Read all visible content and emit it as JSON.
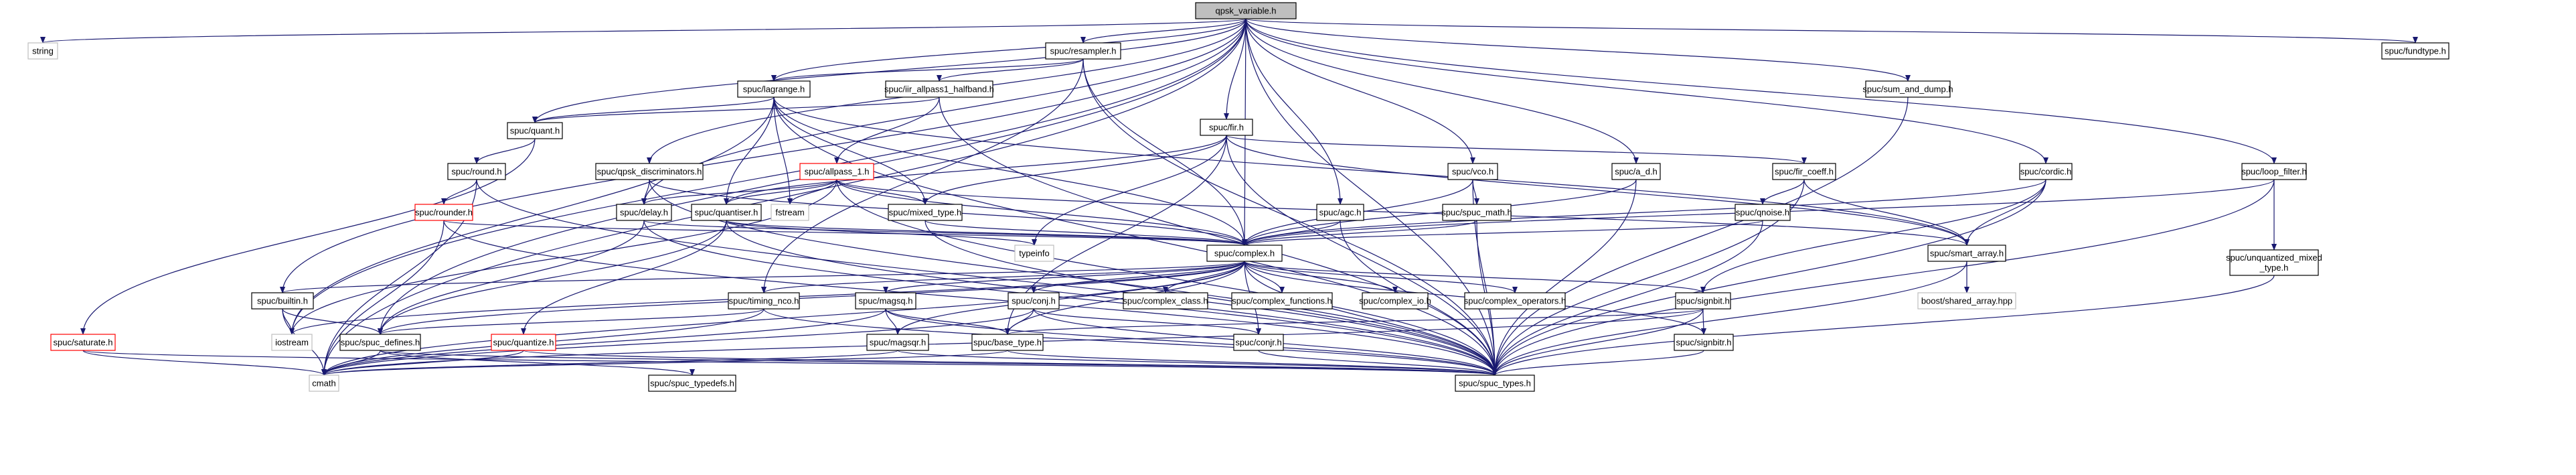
{
  "graph": {
    "colors": {
      "edge": "#191970",
      "box": "#000000",
      "red_box": "#ff0000",
      "grey_box": "#bfbfbf",
      "root_fill": "#bfbfbf"
    },
    "nodes": [
      {
        "id": "qpsk_variable",
        "label": "qpsk_variable.h",
        "style": "root"
      },
      {
        "id": "string",
        "label": "string",
        "style": "grey"
      },
      {
        "id": "resampler",
        "label": "spuc/resampler.h",
        "style": "black"
      },
      {
        "id": "fundtype",
        "label": "spuc/fundtype.h",
        "style": "black"
      },
      {
        "id": "lagrange",
        "label": "spuc/lagrange.h",
        "style": "black"
      },
      {
        "id": "iir_allpass1_halfband",
        "label": "spuc/iir_allpass1_halfband.h",
        "style": "black"
      },
      {
        "id": "sum_and_dump",
        "label": "spuc/sum_and_dump.h",
        "style": "black"
      },
      {
        "id": "quant",
        "label": "spuc/quant.h",
        "style": "black"
      },
      {
        "id": "fir",
        "label": "spuc/fir.h",
        "style": "black"
      },
      {
        "id": "round",
        "label": "spuc/round.h",
        "style": "black"
      },
      {
        "id": "qpsk_discriminators",
        "label": "spuc/qpsk_discriminators.h",
        "style": "black"
      },
      {
        "id": "allpass_1",
        "label": "spuc/allpass_1.h",
        "style": "red"
      },
      {
        "id": "vco",
        "label": "spuc/vco.h",
        "style": "black"
      },
      {
        "id": "fir_coeff",
        "label": "spuc/fir_coeff.h",
        "style": "black"
      },
      {
        "id": "cordic",
        "label": "spuc/cordic.h",
        "style": "black"
      },
      {
        "id": "loop_filter",
        "label": "spuc/loop_filter.h",
        "style": "black"
      },
      {
        "id": "rounder",
        "label": "spuc/rounder.h",
        "style": "red"
      },
      {
        "id": "delay",
        "label": "spuc/delay.h",
        "style": "black"
      },
      {
        "id": "fstream",
        "label": "fstream",
        "style": "grey"
      },
      {
        "id": "quantiser",
        "label": "spuc/quantiser.h",
        "style": "black"
      },
      {
        "id": "mixed_type",
        "label": "spuc/mixed_type.h",
        "style": "black"
      },
      {
        "id": "agc",
        "label": "spuc/agc.h",
        "style": "black"
      },
      {
        "id": "spuc_math",
        "label": "spuc/spuc_math.h",
        "style": "black"
      },
      {
        "id": "qnoise",
        "label": "spuc/qnoise.h",
        "style": "black"
      },
      {
        "id": "a_d",
        "label": "spuc/a_d.h",
        "style": "black"
      },
      {
        "id": "typeinfo",
        "label": "typeinfo",
        "style": "grey"
      },
      {
        "id": "complex",
        "label": "spuc/complex.h",
        "style": "black"
      },
      {
        "id": "smart_array",
        "label": "spuc/smart_array.h",
        "style": "black"
      },
      {
        "id": "unquantized_mixed_type",
        "label": "spuc/unquantized_mixed\n_type.h",
        "style": "black"
      },
      {
        "id": "builtin",
        "label": "spuc/builtin.h",
        "style": "black"
      },
      {
        "id": "timing_nco",
        "label": "spuc/timing_nco.h",
        "style": "black"
      },
      {
        "id": "magsq",
        "label": "spuc/magsq.h",
        "style": "black"
      },
      {
        "id": "conj",
        "label": "spuc/conj.h",
        "style": "black"
      },
      {
        "id": "complex_class",
        "label": "spuc/complex_class.h",
        "style": "black"
      },
      {
        "id": "complex_functions",
        "label": "spuc/complex_functions.h",
        "style": "black"
      },
      {
        "id": "complex_io",
        "label": "spuc/complex_io.h",
        "style": "black"
      },
      {
        "id": "complex_operators",
        "label": "spuc/complex_operators.h",
        "style": "black"
      },
      {
        "id": "signbit",
        "label": "spuc/signbit.h",
        "style": "black"
      },
      {
        "id": "shared_array",
        "label": "boost/shared_array.hpp",
        "style": "grey"
      },
      {
        "id": "saturate",
        "label": "spuc/saturate.h",
        "style": "red"
      },
      {
        "id": "iostream",
        "label": "iostream",
        "style": "grey"
      },
      {
        "id": "spuc_defines",
        "label": "spuc/spuc_defines.h",
        "style": "black"
      },
      {
        "id": "quantize",
        "label": "spuc/quantize.h",
        "style": "red"
      },
      {
        "id": "magsqr",
        "label": "spuc/magsqr.h",
        "style": "black"
      },
      {
        "id": "base_type",
        "label": "spuc/base_type.h",
        "style": "black"
      },
      {
        "id": "conjr",
        "label": "spuc/conjr.h",
        "style": "black"
      },
      {
        "id": "signbitr",
        "label": "spuc/signbitr.h",
        "style": "black"
      },
      {
        "id": "cmath",
        "label": "cmath",
        "style": "grey"
      },
      {
        "id": "spuc_typedefs",
        "label": "spuc/spuc_typedefs.h",
        "style": "black"
      },
      {
        "id": "spuc_types",
        "label": "spuc/spuc_types.h",
        "style": "black"
      }
    ],
    "edges": [
      [
        "qpsk_variable",
        "string"
      ],
      [
        "qpsk_variable",
        "iostream"
      ],
      [
        "qpsk_variable",
        "cmath"
      ],
      [
        "qpsk_variable",
        "resampler"
      ],
      [
        "qpsk_variable",
        "fundtype"
      ],
      [
        "qpsk_variable",
        "lagrange"
      ],
      [
        "qpsk_variable",
        "sum_and_dump"
      ],
      [
        "qpsk_variable",
        "quant"
      ],
      [
        "qpsk_variable",
        "fir"
      ],
      [
        "qpsk_variable",
        "qpsk_discriminators"
      ],
      [
        "qpsk_variable",
        "vco"
      ],
      [
        "qpsk_variable",
        "cordic"
      ],
      [
        "qpsk_variable",
        "loop_filter"
      ],
      [
        "qpsk_variable",
        "delay"
      ],
      [
        "qpsk_variable",
        "agc"
      ],
      [
        "qpsk_variable",
        "a_d"
      ],
      [
        "qpsk_variable",
        "complex"
      ],
      [
        "qpsk_variable",
        "builtin"
      ],
      [
        "qpsk_variable",
        "spuc_defines"
      ],
      [
        "qpsk_variable",
        "spuc_types"
      ],
      [
        "resampler",
        "lagrange"
      ],
      [
        "resampler",
        "iir_allpass1_halfband"
      ],
      [
        "resampler",
        "complex"
      ],
      [
        "resampler",
        "timing_nco"
      ],
      [
        "resampler",
        "spuc_types"
      ],
      [
        "lagrange",
        "quant"
      ],
      [
        "lagrange",
        "quantiser"
      ],
      [
        "lagrange",
        "mixed_type"
      ],
      [
        "lagrange",
        "fstream"
      ],
      [
        "lagrange",
        "complex"
      ],
      [
        "lagrange",
        "smart_array"
      ],
      [
        "lagrange",
        "iostream"
      ],
      [
        "lagrange",
        "spuc_types"
      ],
      [
        "iir_allpass1_halfband",
        "allpass_1"
      ],
      [
        "iir_allpass1_halfband",
        "quant"
      ],
      [
        "iir_allpass1_halfband",
        "spuc_types"
      ],
      [
        "sum_and_dump",
        "spuc_types"
      ],
      [
        "quant",
        "round"
      ],
      [
        "quant",
        "saturate"
      ],
      [
        "round",
        "rounder"
      ],
      [
        "round",
        "cmath"
      ],
      [
        "round",
        "spuc_types"
      ],
      [
        "fir",
        "quantiser"
      ],
      [
        "fir",
        "mixed_type"
      ],
      [
        "fir",
        "fir_coeff"
      ],
      [
        "fir",
        "smart_array"
      ],
      [
        "fir",
        "typeinfo"
      ],
      [
        "fir",
        "base_type"
      ],
      [
        "fir",
        "spuc_types"
      ],
      [
        "qpsk_discriminators",
        "delay"
      ],
      [
        "qpsk_discriminators",
        "complex"
      ],
      [
        "qpsk_discriminators",
        "spuc_types"
      ],
      [
        "allpass_1",
        "delay"
      ],
      [
        "allpass_1",
        "quantiser"
      ],
      [
        "allpass_1",
        "mixed_type"
      ],
      [
        "allpass_1",
        "fstream"
      ],
      [
        "allpass_1",
        "complex"
      ],
      [
        "allpass_1",
        "smart_array"
      ],
      [
        "allpass_1",
        "iostream"
      ],
      [
        "allpass_1",
        "spuc_types"
      ],
      [
        "vco",
        "spuc_math"
      ],
      [
        "vco",
        "complex"
      ],
      [
        "vco",
        "spuc_types"
      ],
      [
        "fir_coeff",
        "qnoise"
      ],
      [
        "fir_coeff",
        "smart_array"
      ],
      [
        "fir_coeff",
        "spuc_types"
      ],
      [
        "cordic",
        "complex"
      ],
      [
        "cordic",
        "smart_array"
      ],
      [
        "cordic",
        "signbit"
      ],
      [
        "cordic",
        "spuc_types"
      ],
      [
        "loop_filter",
        "unquantized_mixed_type"
      ],
      [
        "loop_filter",
        "complex"
      ],
      [
        "loop_filter",
        "spuc_types"
      ],
      [
        "rounder",
        "complex"
      ],
      [
        "rounder",
        "cmath"
      ],
      [
        "rounder",
        "spuc_types"
      ],
      [
        "delay",
        "complex"
      ],
      [
        "delay",
        "spuc_defines"
      ],
      [
        "delay",
        "spuc_types"
      ],
      [
        "quantiser",
        "complex"
      ],
      [
        "quantiser",
        "typeinfo"
      ],
      [
        "quantiser",
        "quantize"
      ],
      [
        "quantiser",
        "spuc_defines"
      ],
      [
        "quantiser",
        "spuc_types"
      ],
      [
        "mixed_type",
        "complex"
      ],
      [
        "mixed_type",
        "spuc_types"
      ],
      [
        "agc",
        "complex"
      ],
      [
        "agc",
        "spuc_types"
      ],
      [
        "spuc_math",
        "complex"
      ],
      [
        "spuc_math",
        "spuc_types"
      ],
      [
        "qnoise",
        "complex"
      ],
      [
        "qnoise",
        "spuc_types"
      ],
      [
        "a_d",
        "complex"
      ],
      [
        "a_d",
        "spuc_types"
      ],
      [
        "complex",
        "builtin"
      ],
      [
        "complex",
        "timing_nco"
      ],
      [
        "complex",
        "magsq"
      ],
      [
        "complex",
        "conj"
      ],
      [
        "complex",
        "complex_class"
      ],
      [
        "complex",
        "complex_functions"
      ],
      [
        "complex",
        "complex_io"
      ],
      [
        "complex",
        "complex_operators"
      ],
      [
        "complex",
        "signbit"
      ],
      [
        "complex",
        "iostream"
      ],
      [
        "complex",
        "cmath"
      ],
      [
        "complex",
        "spuc_defines"
      ],
      [
        "complex",
        "spuc_types"
      ],
      [
        "complex",
        "magsqr"
      ],
      [
        "complex",
        "base_type"
      ],
      [
        "complex",
        "conjr"
      ],
      [
        "complex",
        "signbitr"
      ],
      [
        "smart_array",
        "shared_array"
      ],
      [
        "smart_array",
        "spuc_types"
      ],
      [
        "unquantized_mixed_type",
        "spuc_types"
      ],
      [
        "builtin",
        "iostream"
      ],
      [
        "builtin",
        "cmath"
      ],
      [
        "builtin",
        "spuc_defines"
      ],
      [
        "timing_nco",
        "spuc_defines"
      ],
      [
        "timing_nco",
        "spuc_types"
      ],
      [
        "timing_nco",
        "cmath"
      ],
      [
        "magsq",
        "magsqr"
      ],
      [
        "magsq",
        "base_type"
      ],
      [
        "magsq",
        "cmath"
      ],
      [
        "magsq",
        "spuc_types"
      ],
      [
        "conj",
        "base_type"
      ],
      [
        "conj",
        "conjr"
      ],
      [
        "conj",
        "cmath"
      ],
      [
        "conj",
        "spuc_types"
      ],
      [
        "signbit",
        "base_type"
      ],
      [
        "signbit",
        "signbitr"
      ],
      [
        "signbit",
        "cmath"
      ],
      [
        "signbit",
        "spuc_types"
      ],
      [
        "saturate",
        "cmath"
      ],
      [
        "saturate",
        "spuc_types"
      ],
      [
        "spuc_defines",
        "spuc_typedefs"
      ],
      [
        "spuc_defines",
        "cmath"
      ],
      [
        "spuc_defines",
        "spuc_types"
      ],
      [
        "quantize",
        "cmath"
      ],
      [
        "quantize",
        "spuc_types"
      ],
      [
        "magsqr",
        "cmath"
      ],
      [
        "magsqr",
        "spuc_types"
      ],
      [
        "base_type",
        "cmath"
      ],
      [
        "base_type",
        "spuc_types"
      ],
      [
        "conjr",
        "spuc_types"
      ],
      [
        "signbitr",
        "spuc_types"
      ]
    ]
  }
}
